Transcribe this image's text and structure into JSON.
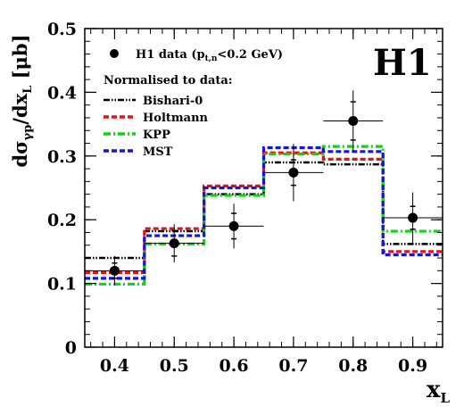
{
  "chart_data": {
    "type": "line",
    "brand_label": "H1",
    "xlabel": "x",
    "xlabel_sub": "L",
    "ylabel_main": "dσ",
    "ylabel_sub1": "γp",
    "ylabel_mid": "/dx",
    "ylabel_sub2": "L",
    "ylabel_unit": " [μb]",
    "xlim": [
      0.35,
      0.95
    ],
    "ylim": [
      0,
      0.5
    ],
    "x_ticks": [
      "0.4",
      "0.5",
      "0.6",
      "0.7",
      "0.8",
      "0.9"
    ],
    "y_ticks": [
      "0",
      "0.1",
      "0.2",
      "0.3",
      "0.4",
      "0.5"
    ],
    "bin_edges": [
      0.35,
      0.45,
      0.55,
      0.65,
      0.75,
      0.85,
      0.95
    ],
    "data_series": {
      "name": "H1 data",
      "name_suffix": " (p",
      "name_sub": "t,n",
      "name_tail": "<0.2 GeV)",
      "x": [
        0.4,
        0.5,
        0.6,
        0.7,
        0.8,
        0.9
      ],
      "y": [
        0.12,
        0.163,
        0.19,
        0.274,
        0.355,
        0.203
      ],
      "stat_err": [
        0.012,
        0.02,
        0.02,
        0.02,
        0.03,
        0.018
      ],
      "tot_err": [
        0.023,
        0.03,
        0.035,
        0.045,
        0.048,
        0.04
      ]
    },
    "legend_heading": "Normalised to data:",
    "series": [
      {
        "name": "Bishari-0",
        "color": "#000000",
        "dash": "dashdotdot",
        "values": [
          0.14,
          0.182,
          0.24,
          0.29,
          0.287,
          0.162
        ]
      },
      {
        "name": "Holtmann",
        "color": "#e81010",
        "dash": "dash",
        "values": [
          0.117,
          0.186,
          0.253,
          0.305,
          0.295,
          0.15
        ]
      },
      {
        "name": "KPP",
        "color": "#11d411",
        "dash": "dashdot",
        "values": [
          0.099,
          0.162,
          0.238,
          0.303,
          0.315,
          0.182
        ]
      },
      {
        "name": "MST",
        "color": "#1515d8",
        "dash": "dash",
        "values": [
          0.108,
          0.175,
          0.25,
          0.313,
          0.307,
          0.145
        ]
      }
    ],
    "grid": false,
    "legend_position": "top-left"
  }
}
